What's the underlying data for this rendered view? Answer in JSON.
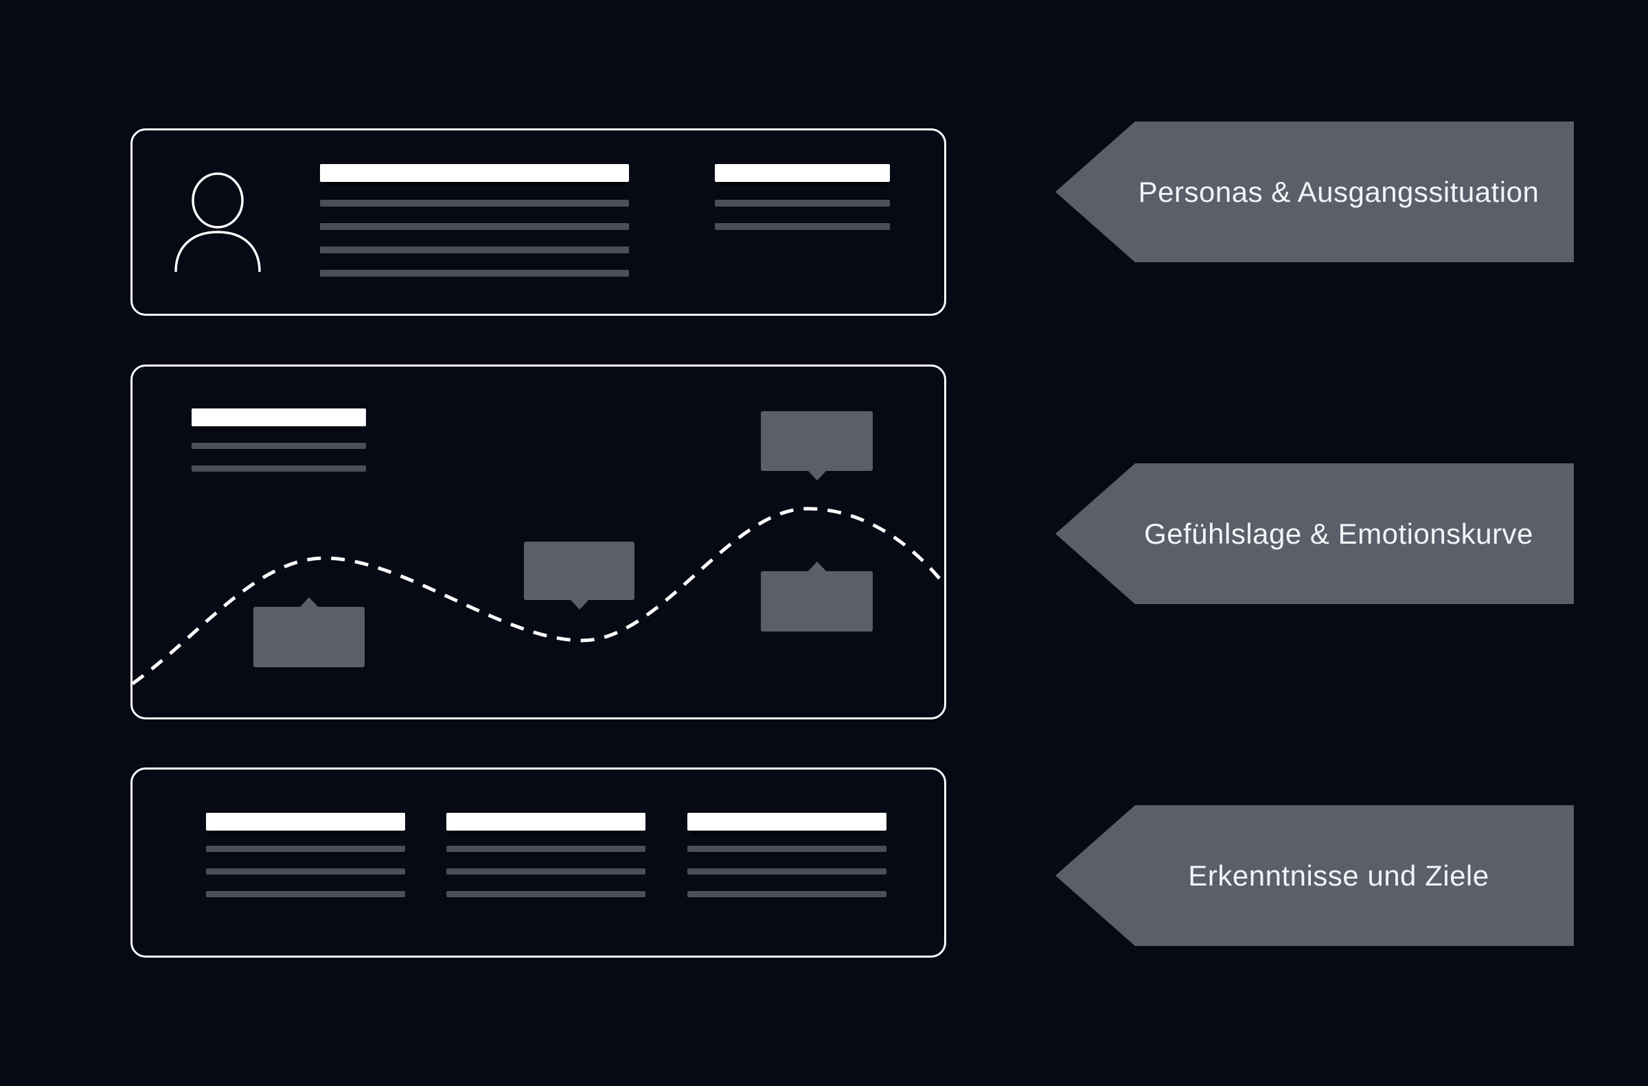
{
  "page": {
    "background_color": "#070a14",
    "description": "customer-journey-map wireframe diagram"
  },
  "palette": {
    "card_border": "#fafbfd",
    "placeholder_white": "#ffffff",
    "placeholder_gray": "#4a4f5a",
    "bubble_gray": "#5b5f68",
    "tag_gray": "#5a5f69",
    "tag_text": "#f2f4f7",
    "curve_stroke": "#ffffff"
  },
  "icons": {
    "avatar": "person-icon"
  },
  "cards": [
    {
      "id": "personas",
      "content": "avatar with heading bar, 4 text lines left group, heading bar and 2 text lines right group"
    },
    {
      "id": "emotion-curve",
      "content": "heading bar with 2 text lines, dashed emotion curve, 4 annotation bubbles"
    },
    {
      "id": "insights",
      "content": "3 columns, each heading bar with 3 text lines"
    }
  ],
  "tags": [
    {
      "label": "Personas & Ausgangssituation"
    },
    {
      "label": "Gefühlslage & Emotionskurve"
    },
    {
      "label": "Erkenntnisse und Ziele"
    }
  ]
}
